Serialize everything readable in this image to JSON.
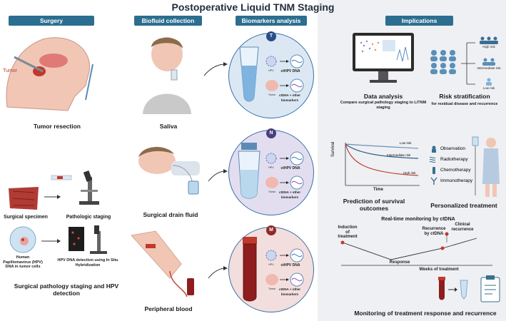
{
  "title": "Postoperative Liquid TNM Staging",
  "headers": {
    "surgery": "Surgery",
    "biofluid": "Biofluid collection",
    "biomarkers": "Biomarkers analysis",
    "implications": "Implications"
  },
  "surgery": {
    "tumor_label": "Tumor",
    "tumor_resection": "Tumor resection",
    "surgical_specimen": "Surgical specimen",
    "pathologic_staging": "Pathologic staging",
    "hpv_cells": "Human Papillomavirus (HPV) DNA in tumor cells",
    "hpv_detection": "HPV DNA detection using In Situ Hybridization",
    "pathology_title": "Surgical pathology staging and HPV detection"
  },
  "biofluid": {
    "saliva": "Saliva",
    "drain": "Surgical drain fluid",
    "blood": "Peripheral blood"
  },
  "biomarkers": {
    "t_badge": "T",
    "n_badge": "N",
    "m_badge": "M",
    "hpv": "HPV",
    "tumor": "Tumor",
    "cthpv": "ctHPV DNA",
    "ctdna": "ctDNA + other biomarkers"
  },
  "implications": {
    "data_analysis": "Data analysis",
    "data_analysis_sub": "Compare surgical pathology staging to LiTNM staging",
    "risk_strat": "Risk stratification",
    "risk_strat_sub": "for residual disease and recurrence",
    "high_risk": "High risk",
    "intermediate_risk": "Intermediate risk",
    "low_risk": "Low risk",
    "survival_ylabel": "Survival",
    "survival_xlabel": "Time",
    "curve_low": "Low risk",
    "curve_mid": "Intermediate risk",
    "curve_high": "High risk",
    "prediction": "Prediction of survival outcomes",
    "observation": "Observation",
    "radiotherapy": "Radiotherapy",
    "chemotherapy": "Chemotherapy",
    "immunotherapy": "Immunotherapy",
    "personalized": "Personalized treatment",
    "monitoring_title": "Real-time monitoring by ctDNA",
    "induction": "Induction of treatment",
    "recurrence_ctdna": "Recurrence by ctDNA",
    "clinical_recurrence": "Clinical recurrence",
    "response": "Response",
    "weeks": "Weeks of treatment",
    "monitoring": "Monitoring of treatment response and recurrence"
  },
  "colors": {
    "header": "#2c6e8f",
    "t_circle": "#dbe8f4",
    "n_circle": "#e2def0",
    "m_circle": "#f3dede",
    "accent_red": "#c0392b"
  }
}
